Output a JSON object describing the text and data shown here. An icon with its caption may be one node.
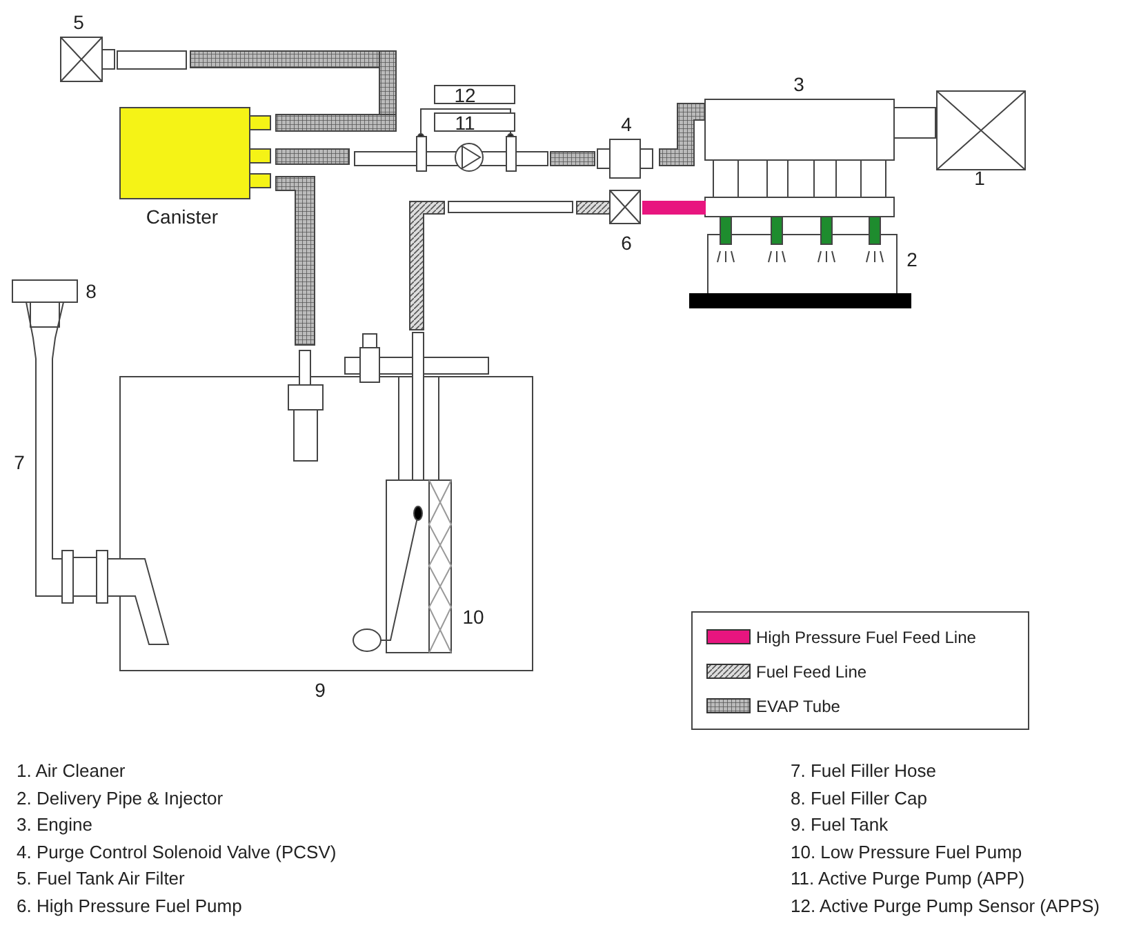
{
  "diagram": {
    "labels": [
      "5",
      "12",
      "11",
      "3",
      "4",
      "1",
      "Canister",
      "6",
      "2",
      "8",
      "7",
      "10",
      "9",
      "1. Air Cleaner",
      "2. Delivery Pipe & Injector",
      "3. Engine",
      "4. Purge Control Solenoid Valve (PCSV)",
      "5. Fuel Tank Air Filter",
      "6. High Pressure Fuel Pump",
      "7. Fuel Filler Hose",
      "8. Fuel Filler Cap",
      "9. Fuel Tank",
      "10. Low Pressure Fuel Pump",
      "11. Active Purge Pump (APP)",
      "12. Active Purge Pump Sensor (APPS)"
    ],
    "legend": [
      {
        "text": "High Pressure Fuel Feed Line",
        "color": "#e8157f"
      },
      {
        "text": "Fuel Feed Line"
      },
      {
        "text": "EVAP Tube"
      }
    ]
  }
}
